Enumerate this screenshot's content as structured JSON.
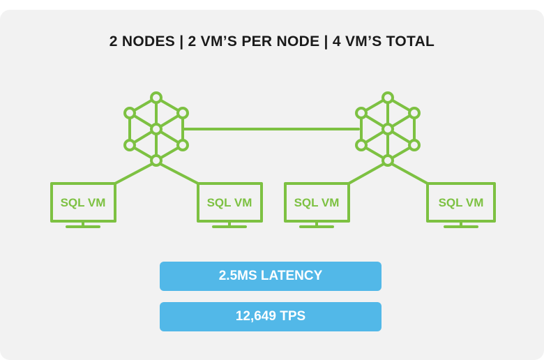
{
  "title": "2 NODES  |  2 VM’S PER NODE | 4 VM’S TOTAL",
  "nodes": [
    {
      "icon": "node-cluster-icon",
      "vms": [
        "SQL VM",
        "SQL VM"
      ]
    },
    {
      "icon": "node-cluster-icon",
      "vms": [
        "SQL VM",
        "SQL VM"
      ]
    }
  ],
  "metrics": {
    "latency": "2.5MS LATENCY",
    "tps": "12,649 TPS"
  },
  "colors": {
    "accent_green": "#7dc142",
    "metric_blue": "#52b8e8",
    "background": "#f2f2f2"
  }
}
